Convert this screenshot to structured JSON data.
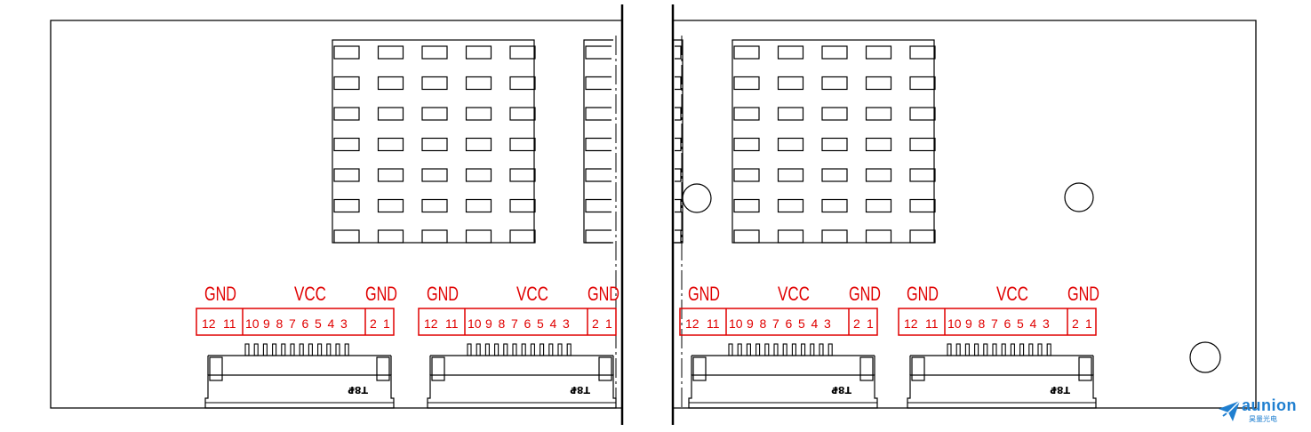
{
  "connectors": [
    {
      "group_labels": {
        "left": "GND",
        "middle": "VCC",
        "right": "GND"
      },
      "pins": [
        "12",
        "11",
        "10",
        "9",
        "8",
        "7",
        "6",
        "5",
        "4",
        "3",
        "2",
        "1"
      ],
      "body_mark": "T8₽"
    },
    {
      "group_labels": {
        "left": "GND",
        "middle": "VCC",
        "right": "GND"
      },
      "pins": [
        "12",
        "11",
        "10",
        "9",
        "8",
        "7",
        "6",
        "5",
        "4",
        "3",
        "2",
        "1"
      ],
      "body_mark": "T8₽"
    },
    {
      "group_labels": {
        "left": "GND",
        "middle": "VCC",
        "right": "GND"
      },
      "pins": [
        "12",
        "11",
        "10",
        "9",
        "8",
        "7",
        "6",
        "5",
        "4",
        "3",
        "2",
        "1"
      ],
      "body_mark": "T8₽"
    },
    {
      "group_labels": {
        "left": "GND",
        "middle": "VCC",
        "right": "GND"
      },
      "pins": [
        "12",
        "11",
        "10",
        "9",
        "8",
        "7",
        "6",
        "5",
        "4",
        "3",
        "2",
        "1"
      ],
      "body_mark": "T8₽"
    }
  ],
  "colors": {
    "label": "#e00000",
    "line": "#000000",
    "logo": "#1f7fd0"
  },
  "logo": {
    "word": "aunion",
    "sub": "昊量光电",
    "icon": "paper-plane-icon"
  }
}
